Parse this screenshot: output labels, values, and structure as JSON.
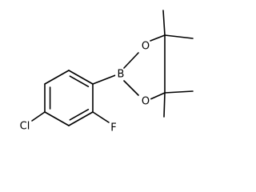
{
  "atoms": {
    "boron": "B",
    "oxygen_top": "O",
    "oxygen_bottom": "O",
    "fluorine": "F",
    "chlorine": "Cl"
  },
  "colors": {
    "bond": "#000000",
    "background": "#ffffff"
  }
}
